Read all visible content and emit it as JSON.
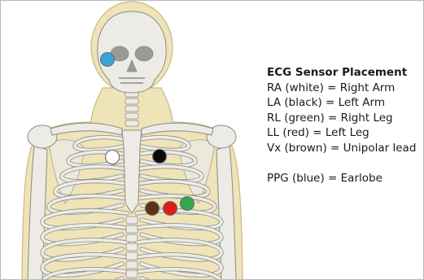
{
  "legend": {
    "title": "ECG Sensor Placement",
    "ecg_items": [
      "RA (white) = Right Arm",
      "LA (black) = Left Arm",
      "RL (green) = Right Leg",
      "LL (red) = Left Leg",
      "Vx (brown) = Unipolar lead"
    ],
    "ppg_item": "PPG (blue) = Earlobe"
  },
  "sensors": [
    {
      "id": "ppg",
      "color": "#3aa3dc"
    },
    {
      "id": "ra",
      "color": "#ffffff"
    },
    {
      "id": "la",
      "color": "#0a0a0a"
    },
    {
      "id": "vx",
      "color": "#5c3317"
    },
    {
      "id": "ll",
      "color": "#dd1b1b"
    },
    {
      "id": "rl",
      "color": "#2fa84f"
    }
  ],
  "colors": {
    "skin": "#efe3b8",
    "skin_outline": "#c9b887",
    "bone": "#ecebe6",
    "bone_outline": "#8b8b86"
  }
}
